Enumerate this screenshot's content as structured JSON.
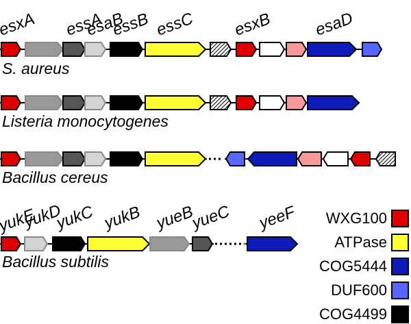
{
  "colors": {
    "WXG100": "#e00000",
    "ATPase": "#ffff33",
    "COG5444": "#0d1cb8",
    "DUF600": "#5766ff",
    "COG4499": "#000000",
    "gray": "#999999",
    "dark": "#555555",
    "light": "#d4d4d4",
    "white": "#ffffff",
    "pink": "#f7999a"
  },
  "clusters": [
    {
      "species": "S. aureus",
      "labels": [
        "esxA",
        "essA",
        "esaB",
        "essB",
        "essC",
        "esxB",
        "esaD"
      ],
      "genes": [
        {
          "fill": "WXG100"
        },
        {
          "fill": "gray"
        },
        {
          "fill": "dark"
        },
        {
          "fill": "light"
        },
        {
          "fill": "COG4499"
        },
        {
          "fill": "ATPase"
        },
        {
          "fill": "hatch"
        },
        {
          "fill": "WXG100"
        },
        {
          "fill": "white"
        },
        {
          "fill": "pink"
        },
        {
          "fill": "COG5444"
        },
        {
          "fill": "DUF600"
        }
      ]
    },
    {
      "species": "Listeria monocytogenes",
      "genes": [
        {
          "fill": "WXG100"
        },
        {
          "fill": "gray"
        },
        {
          "fill": "dark"
        },
        {
          "fill": "light"
        },
        {
          "fill": "COG4499"
        },
        {
          "fill": "ATPase"
        },
        {
          "fill": "hatch"
        },
        {
          "fill": "WXG100"
        },
        {
          "fill": "white"
        },
        {
          "fill": "pink"
        },
        {
          "fill": "COG5444"
        }
      ]
    },
    {
      "species": "Bacillus cereus",
      "genes": [
        {
          "fill": "WXG100"
        },
        {
          "fill": "gray"
        },
        {
          "fill": "dark"
        },
        {
          "fill": "light"
        },
        {
          "fill": "COG4499"
        },
        {
          "fill": "ATPase"
        },
        {
          "fill": "DUF600",
          "rev": true
        },
        {
          "fill": "COG5444",
          "rev": true
        },
        {
          "fill": "pink",
          "rev": true
        },
        {
          "fill": "white",
          "rev": true
        },
        {
          "fill": "WXG100",
          "rev": true
        },
        {
          "fill": "hatch",
          "rev": true
        }
      ]
    },
    {
      "species": "Bacillus subtilis",
      "labels": [
        "yukE",
        "yukD",
        "yukC",
        "yukB",
        "yueB",
        "yueC",
        "yeeF"
      ],
      "genes": [
        {
          "fill": "WXG100"
        },
        {
          "fill": "light"
        },
        {
          "fill": "COG4499"
        },
        {
          "fill": "ATPase"
        },
        {
          "fill": "gray"
        },
        {
          "fill": "dark"
        },
        {
          "fill": "COG5444"
        }
      ]
    }
  ],
  "legend": [
    {
      "label": "WXG100",
      "color": "WXG100"
    },
    {
      "label": "ATPase",
      "color": "ATPase"
    },
    {
      "label": "COG5444",
      "color": "COG5444"
    },
    {
      "label": "DUF600",
      "color": "DUF600"
    },
    {
      "label": "COG4499",
      "color": "COG4499"
    }
  ]
}
